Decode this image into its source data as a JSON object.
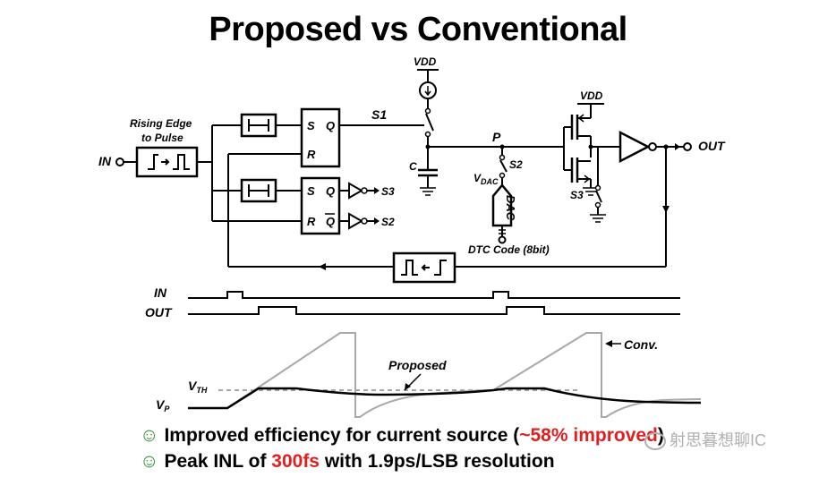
{
  "title": "Proposed vs Conventional",
  "circuit": {
    "input_label": "IN",
    "output_label": "OUT",
    "edge_block_label_1": "Rising Edge",
    "edge_block_label_2": "to Pulse",
    "vdd_top": "VDD",
    "vdd_inv": "VDD",
    "s1": "S1",
    "s2": "S2",
    "s2_out": "S2",
    "s3": "S3",
    "s3_out": "S3",
    "node_p": "P",
    "cap": "C",
    "vdac_main": "V",
    "vdac_sub": "DAC",
    "dac": "DAC",
    "dtc_code": "DTC Code (8bit)",
    "sr1_s": "S",
    "sr1_q": "Q",
    "sr1_r": "R",
    "sr2_s": "S",
    "sr2_q": "Q",
    "sr2_r": "R",
    "sr2_qb": "Q"
  },
  "waveforms": {
    "in_label": "IN",
    "out_label": "OUT",
    "vth_main": "V",
    "vth_sub": "TH",
    "vp_main": "V",
    "vp_sub": "P",
    "proposed_label": "Proposed",
    "conv_label": "Conv."
  },
  "bullets": {
    "b1_text": "Improved efficiency for current source (",
    "b1_highlight": "~58% improved",
    "b1_end": ")",
    "b2_pre": "Peak INL of ",
    "b2_highlight": "300fs",
    "b2_post": " with 1.9ps/LSB resolution",
    "smiley": "☺"
  },
  "watermark": "射思暮想聊IC",
  "colors": {
    "highlight": "#e02020",
    "conv_wave": "#a8a8a8",
    "proposed_wave": "#000000"
  }
}
